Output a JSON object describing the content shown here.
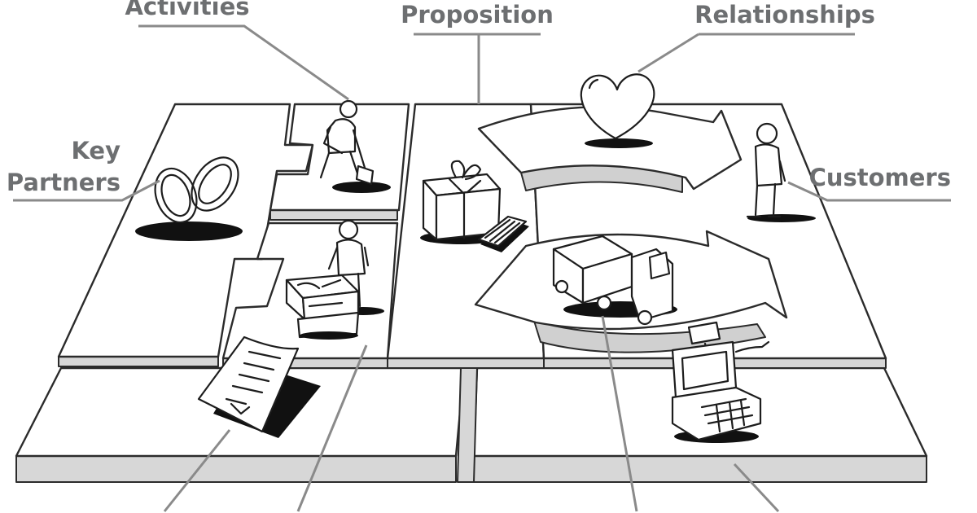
{
  "labels": {
    "activities": "Activities",
    "proposition": "Proposition",
    "relationships": "Relationships",
    "key_line1": "Key",
    "key_line2": "Partners",
    "customers": "Customers"
  },
  "colors": {
    "label_text": "#6d6f71",
    "leader_line": "#8a8a8a",
    "board_edge": "#d7d7d7",
    "ink": "#1d1d1d"
  },
  "icons": [
    "interlocked-rings-icon",
    "digging-person-icon",
    "gift-box-icon",
    "laptop-icon",
    "heart-icon",
    "standing-person-icon",
    "worker-with-machine-icon",
    "delivery-truck-icon",
    "document-icon",
    "cash-register-icon"
  ]
}
